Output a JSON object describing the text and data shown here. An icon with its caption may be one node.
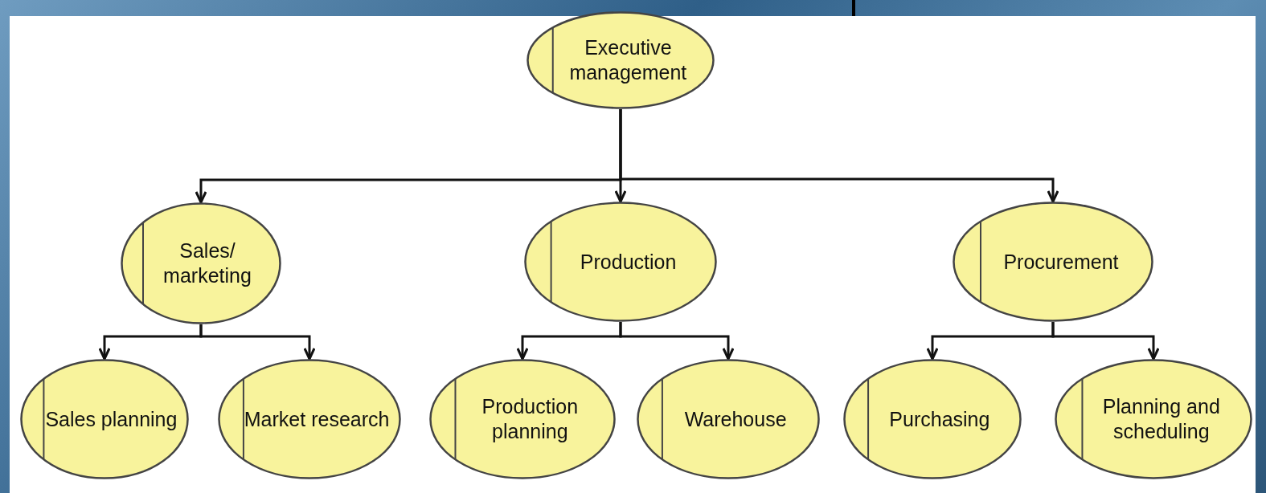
{
  "diagram": {
    "nodes": [
      {
        "text": [
          "Executive management"
        ]
      },
      {
        "text": [
          "Sales/ marketing"
        ]
      },
      {
        "text": [
          "Production"
        ]
      },
      {
        "text": [
          "Procurement"
        ]
      },
      {
        "text": [
          "Sales planning"
        ]
      },
      {
        "text": [
          "Market research"
        ]
      },
      {
        "text": [
          "Production planning"
        ]
      },
      {
        "text": [
          "Warehouse"
        ]
      },
      {
        "text": [
          "Purchasing"
        ]
      },
      {
        "text": [
          "Planning and scheduling"
        ]
      }
    ],
    "edges": [
      {
        "from": 0,
        "to": 1,
        "arrow": "to"
      },
      {
        "from": 0,
        "to": 2,
        "arrow": "to"
      },
      {
        "from": 0,
        "to": 3,
        "arrow": "to"
      },
      {
        "from": 1,
        "to": 4,
        "arrow": "to"
      },
      {
        "from": 1,
        "to": 5,
        "arrow": "to"
      },
      {
        "from": 2,
        "to": 6,
        "arrow": "to"
      },
      {
        "from": 2,
        "to": 7,
        "arrow": "to"
      },
      {
        "from": 3,
        "to": 8,
        "arrow": "to"
      },
      {
        "from": 3,
        "to": 9,
        "arrow": "to"
      }
    ]
  }
}
